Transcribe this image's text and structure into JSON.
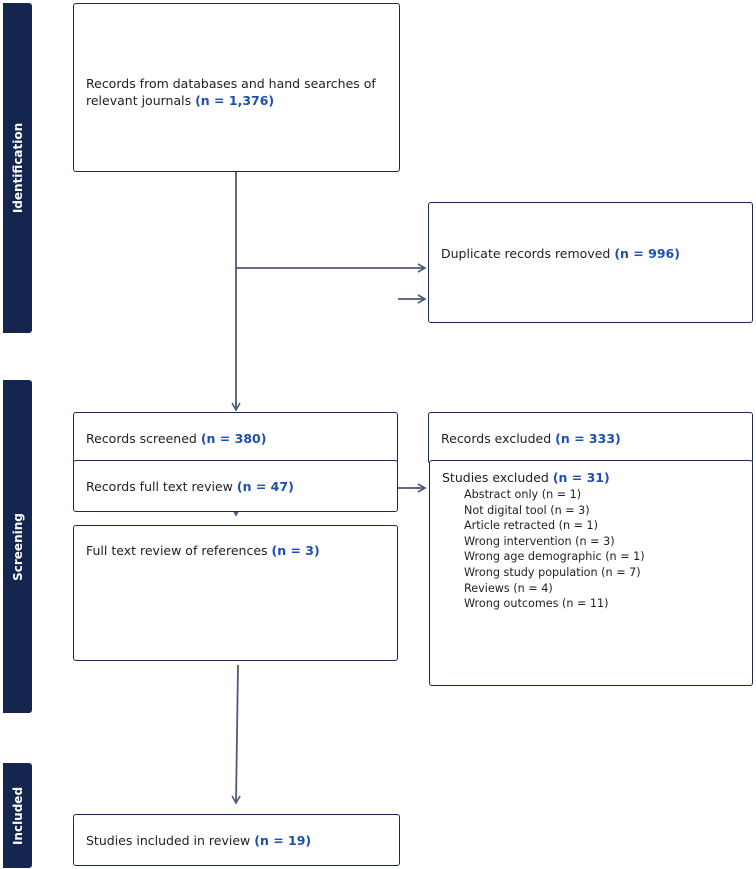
{
  "phases": {
    "identification": "Identification",
    "screening": "Screening",
    "included": "Included"
  },
  "boxes": {
    "records_identified": {
      "label": "Records from databases and hand searches of relevant journals",
      "count": "(n = 1,376)"
    },
    "duplicates_removed": {
      "label": "Duplicate records removed",
      "count": "(n = 996)"
    },
    "records_screened": {
      "label": "Records screened",
      "count": "(n = 380)"
    },
    "records_excluded": {
      "label": "Records excluded",
      "count": "(n = 333)"
    },
    "full_text_review": {
      "label": "Records full text review",
      "count": "(n = 47)"
    },
    "references_review": {
      "label": "Full text review of references",
      "count": "(n = 3)"
    },
    "studies_included": {
      "label": "Studies included in review",
      "count": "(n = 19)"
    },
    "studies_excluded": {
      "label": "Studies excluded",
      "count": "(n = 31)",
      "reasons": [
        "Abstract only (n = 1)",
        "Not digital tool (n = 3)",
        "Article retracted (n = 1)",
        "Wrong intervention (n = 3)",
        "Wrong age demographic (n = 1)",
        "Wrong study population (n = 7)",
        "Reviews (n = 4)",
        "Wrong outcomes (n = 11)"
      ]
    }
  },
  "colors": {
    "phase_bar": "#14254f",
    "box_border": "#1a2c55",
    "count_text": "#1d4fb0",
    "arrow": "#4a5a78"
  }
}
